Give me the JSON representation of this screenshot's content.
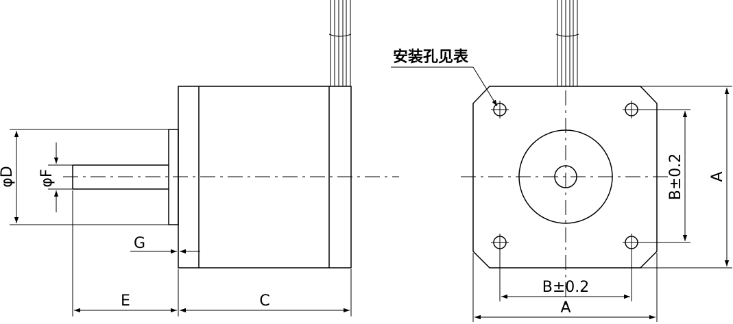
{
  "side_view": {
    "label_D": "φD",
    "label_F": "φF",
    "label_G": "G",
    "label_E": "E",
    "label_C": "C"
  },
  "front_view": {
    "note": "安装孔见表",
    "label_B_horizontal": "B±0.2",
    "label_B_vertical": "B±0.2",
    "label_A_horizontal": "A",
    "label_A_vertical": "A"
  }
}
